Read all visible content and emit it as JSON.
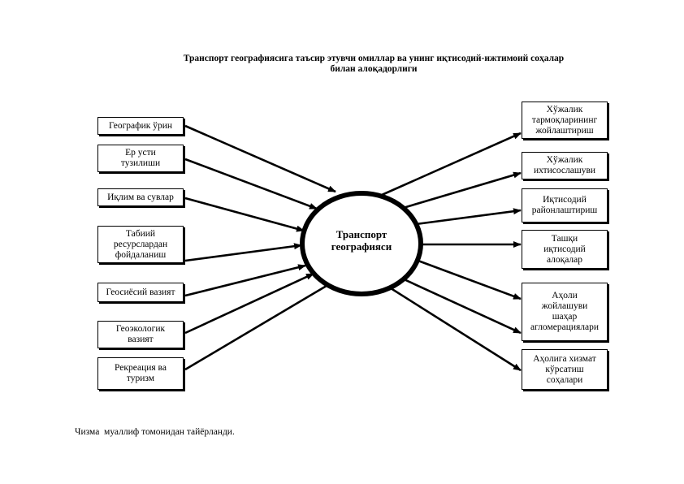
{
  "title": {
    "line1": "Транспорт географиясига таъсир этувчи омиллар ва унинг иқтисодий-ижтимоий соҳалар",
    "line2": "билан алоқадорлиги"
  },
  "center": {
    "label": "Транспорт\nгеографияси"
  },
  "left_factors": [
    "Географик ўрин",
    "Ер усти\nтузилиши",
    "Иқлим ва сувлар",
    "Табиий\nресурслардан\nфойдаланиш",
    "Геосиёсий вазият",
    "Геоэкологик\nвазият",
    "Рекреация ва\nтуризм"
  ],
  "right_effects": [
    "Хўжалик\nтармоқларининг\nжойлаштириш",
    "Хўжалик\nихтисослашуви",
    "Иқтисодий\nрайонлаштириш",
    "Ташқи\nиқтисодий\nалоқалар",
    "Аҳоли\nжойлашуви\nшаҳар\nагломерациялари",
    "Аҳолига хизмат\nкўрсатиш\nсоҳалари"
  ],
  "caption": "Чизма  муаллиф томонидан тайёрланди."
}
